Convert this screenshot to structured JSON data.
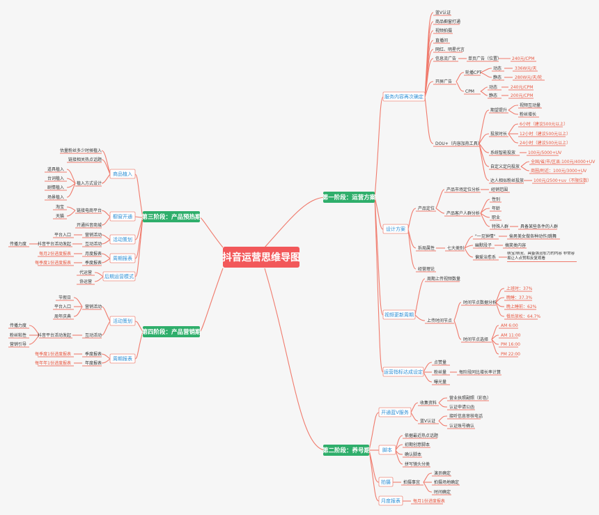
{
  "root": "抖音运营思维导图",
  "stage1": {
    "title": "第一阶段：运营方案",
    "service": {
      "label": "服务内容再次确定",
      "items": [
        "蓝V认证",
        "商品橱窗打通",
        "视频拍摄",
        "直播间",
        "网红、明星代言"
      ],
      "flow_ad": "信息流广告",
      "home_ad": "单页广告（位置）",
      "home_price": "240元/CPM",
      "open_ad": "开屏广告",
      "cpt": "轮播CPT",
      "cpt_dynamic": "动态",
      "cpt_dynamic_price": "336W元/天",
      "cpt_static": "静态",
      "cpt_static_price": "280W元/天/轮",
      "cpm": "CPM",
      "cpm_dynamic": "动态",
      "cpm_dynamic_price": "240元/CPM",
      "cpm_static": "静态",
      "cpm_static_price": "200元/CPM",
      "dou": "DOU+（内容加热工具）",
      "expect": "期望提升",
      "expect_items": [
        "视频互动量",
        "粉丝增长"
      ],
      "duration": "投放时长",
      "duration_items": [
        "6小时（建议500元以上）",
        "12小时（建议500元以上）",
        "24小时（建议500元以上）"
      ],
      "smart": "系统智能投放",
      "smart_price": "100元/5000+UV",
      "custom": "自定义定向投放",
      "custom_items": [
        "全国/省/市/区县:100元/4000+UV",
        "商圈/附近：100元/3000+UV"
      ],
      "similar": "达人相似粉丝投放",
      "similar_price": "100元/2500+uv（不限位数）"
    },
    "design": {
      "label": "设计方案",
      "product": "产品定位",
      "market": "产品市场定位分析",
      "market_item": "经销范围",
      "user": "产品客户人群分析",
      "user_items": [
        "性别",
        "年龄",
        "职业",
        "特殊人群"
      ],
      "special_value": "具备某些条件的人群",
      "attr": "拆局属性",
      "seven": "七大类别",
      "cat1": "\"一见钟情\"",
      "cat1_value": "偷男美女做各种动作/跳舞",
      "cat2": "幽默段子",
      "cat2_value": "搞笑类内容",
      "cat3": "偏爱治愈系",
      "cat3_value": "萌宝/萌宠、具备强治愈力的内容 非常容易让人点赞和反复观看",
      "operate": "经营理论"
    },
    "update": {
      "label": "视频更新周期",
      "weekly": "周期上传视频数量",
      "time": "上传时间节点",
      "analysis": "时间节点数据分析",
      "analysis_items": [
        "上班时：37%",
        "晚睡：37.3%",
        "晚上睡前：62%",
        "餐后放松：64.7%"
      ],
      "pick": "时间节点选择",
      "pick_items": [
        "AM 6:00",
        "AM 11:00",
        "PM 16:00",
        "PM 22:00"
      ]
    },
    "kpi": {
      "label": "运营指标达成设定",
      "items": [
        "点赞量",
        "粉丝量",
        "曝光量"
      ],
      "fans_value": "每阶段同比增长率计算"
    }
  },
  "stage2": {
    "title": "第二阶段：养号期",
    "bluev": {
      "label": "开通蓝V服务",
      "collect": "收集资料",
      "collect_items": [
        "营业执照副照（彩色）",
        "认证申请公函"
      ],
      "cert": "蓝V认证",
      "cert_items": [
        "接听信息审核电话",
        "认证账号确认"
      ]
    },
    "script": {
      "label": "脚本",
      "items": [
        "依据最近热点话题",
        "初期创意脚本",
        "确认脚本",
        "拼写镜头分类"
      ]
    },
    "shoot": {
      "label": "拍摄",
      "matter": "拍摄事宜",
      "items": [
        "演员确定",
        "拍摄场地确定",
        "时间确定"
      ]
    },
    "monthly": {
      "label": "月度报表",
      "value": "每月1份进度报表"
    }
  },
  "stage3": {
    "title": "第三阶段：产品预热期",
    "implant": {
      "label": "商品植入",
      "items": [
        "估量粉丝多少时候植入",
        "链接相关热点话题"
      ],
      "method": "植入方式设计",
      "method_items": [
        "道具植入",
        "台词植入",
        "剧情植入",
        "场景植入"
      ]
    },
    "shop": {
      "label": "橱窗开通",
      "link": "链接电商平台",
      "link_items": [
        "淘宝",
        "天猫"
      ],
      "open": "开通抖音商城"
    },
    "activity": {
      "label": "活动策划",
      "platform": "平台入口",
      "marketing": "营销活动",
      "interaction": "互动活动",
      "douyin": "抖音平台活动发起",
      "spread": "传播力度"
    },
    "report": {
      "label": "周期报表",
      "monthly": "月度报表",
      "monthly_value": "每月2份进度报表",
      "quarterly": "季度报表",
      "quarterly_value": "每季度1份进度报表"
    },
    "later": {
      "label": "后期运营模式",
      "items": [
        "代运营",
        "协运营"
      ]
    }
  },
  "stage4": {
    "title": "第四阶段：产品营销期",
    "activity": {
      "label": "活动策划",
      "marketing": "营销活动",
      "marketing_items": [
        "节假日",
        "平台入口",
        "周年庆典"
      ],
      "interaction": "互动活动",
      "douyin": "抖音平台活动发起",
      "effects": [
        "传播力度",
        "粉丝粘性",
        "营销引导"
      ]
    },
    "report": {
      "label": "周期报表",
      "quarterly": "季度报表",
      "quarterly_value": "每季度1份进度报表",
      "annual": "年度报表",
      "annual_value": "每年年1份进度报表"
    }
  },
  "colors": {
    "line": "#f07a6c",
    "stage": "#2fae6b",
    "root": "#f2585a",
    "branch_text": "#2d8fd5",
    "highlight_text": "#e8563f"
  }
}
